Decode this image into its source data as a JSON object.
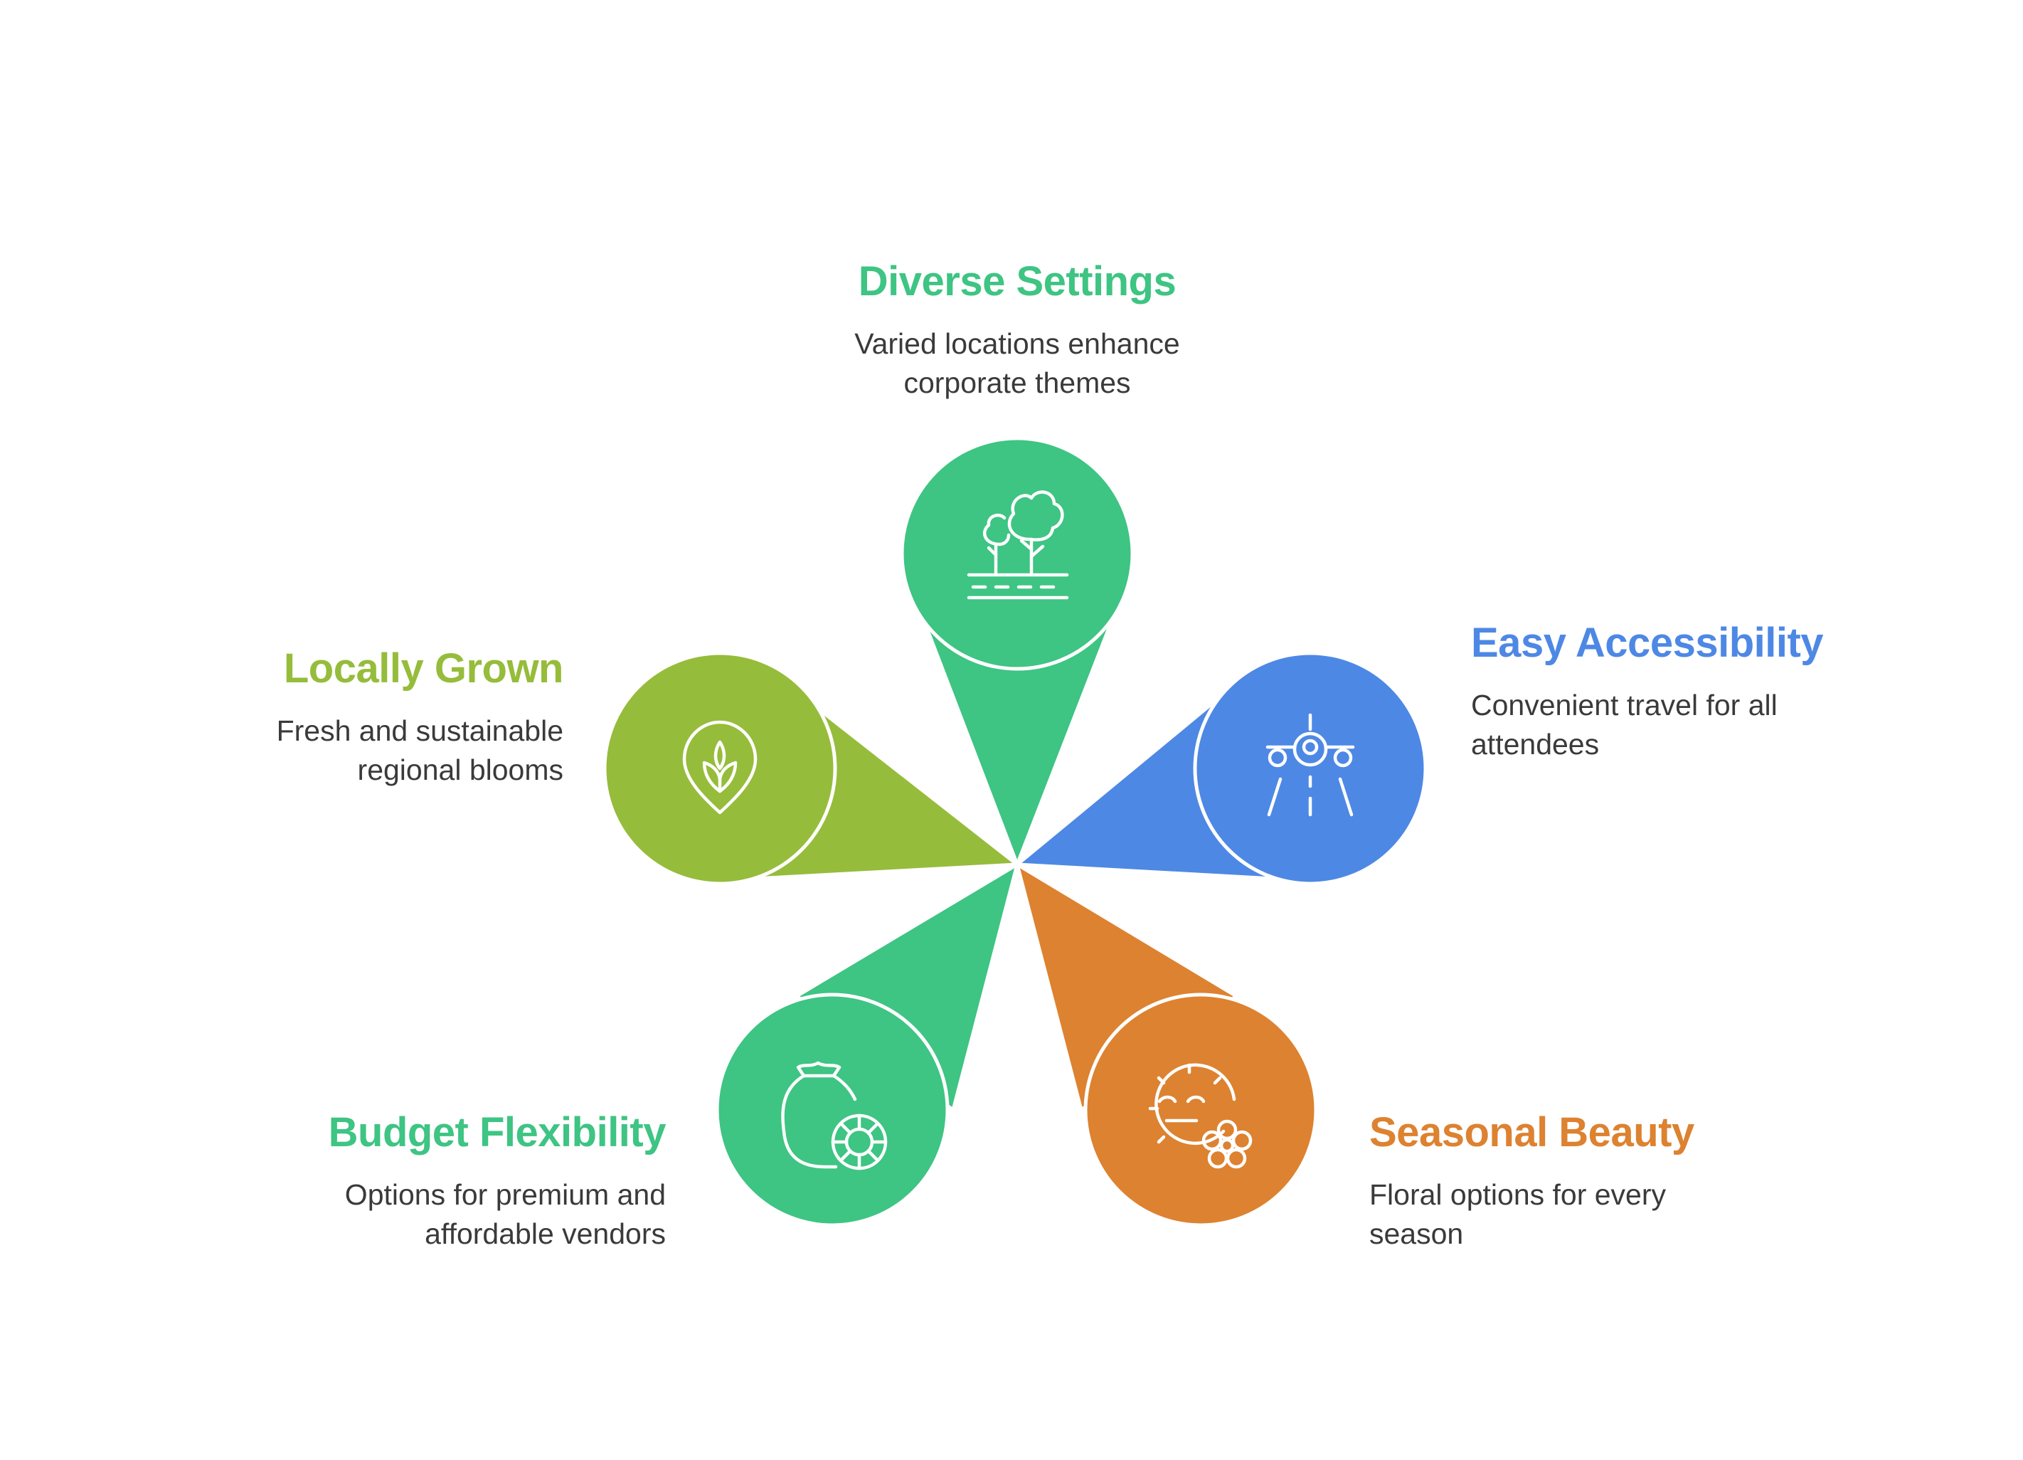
{
  "colors": {
    "green": "#3EC483",
    "lime": "#96BC3B",
    "blue": "#4E88E5",
    "orange": "#DD8230",
    "outline": "#ffffff",
    "text": "#3a3a3a"
  },
  "petals": [
    {
      "id": "diverse-settings",
      "title": "Diverse Settings",
      "description_lines": [
        "Varied locations enhance",
        "corporate themes"
      ],
      "color": "#3EC483",
      "icon": "trees-icon"
    },
    {
      "id": "easy-accessibility",
      "title": "Easy Accessibility",
      "description_lines": [
        "Convenient travel for all",
        "attendees"
      ],
      "color": "#4E88E5",
      "icon": "airplane-runway-icon"
    },
    {
      "id": "seasonal-beauty",
      "title": "Seasonal Beauty",
      "description_lines": [
        "Floral options for every",
        "season"
      ],
      "color": "#DD8230",
      "icon": "sun-flower-icon"
    },
    {
      "id": "budget-flexibility",
      "title": "Budget Flexibility",
      "description_lines": [
        "Options for premium and",
        "affordable vendors"
      ],
      "color": "#3EC483",
      "icon": "money-bag-icon"
    },
    {
      "id": "locally-grown",
      "title": "Locally Grown",
      "description_lines": [
        "Fresh and sustainable",
        "regional blooms"
      ],
      "color": "#96BC3B",
      "icon": "leaf-pin-icon"
    }
  ]
}
